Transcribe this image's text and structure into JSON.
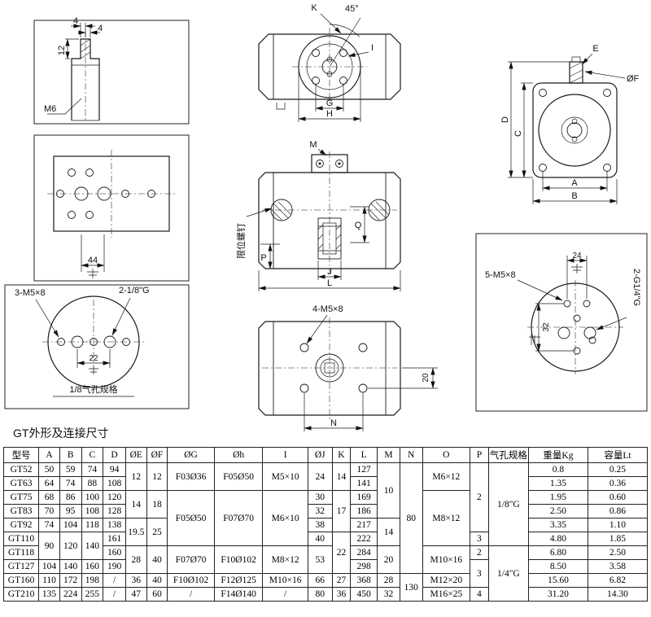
{
  "section_title": "GT外形及连接尺寸",
  "drawings": {
    "shaft_detail": {
      "dim_top_a": "4",
      "dim_top_b": "4",
      "dim_side": "12",
      "thread_label": "M6"
    },
    "plate_view": {
      "dim_width": "44"
    },
    "small_port_view": {
      "thread_holes_label": "3-M5×8",
      "port_label": "2-1/8\"G",
      "dim_span": "22",
      "caption": "1/8气孔规格"
    },
    "top_view": {
      "label_k": "K",
      "label_angle": "45°",
      "label_i": "I",
      "label_g": "G",
      "label_h": "H"
    },
    "side_view": {
      "label_m": "M",
      "label_q": "Q",
      "label_p": "P",
      "label_j": "J",
      "label_l": "L",
      "limit_screw_label": "限位螺钉"
    },
    "bottom_view": {
      "thread_holes_label": "4-M5×8",
      "dim_offset": "20",
      "label_n": "N"
    },
    "end_view": {
      "label_e": "E",
      "label_f": "ØF",
      "label_a": "A",
      "label_b": "B",
      "label_c": "C",
      "label_d": "D"
    },
    "large_port_view": {
      "thread_holes_label": "5-M5×8",
      "dim_top": "24",
      "dim_side": "32",
      "port_label": "2-G1/4\"G"
    }
  },
  "table": {
    "headers": [
      "型号",
      "A",
      "B",
      "C",
      "D",
      "ØE",
      "ØF",
      "ØG",
      "Øh",
      "I",
      "ØJ",
      "K",
      "L",
      "M",
      "N",
      "O",
      "P",
      "气孔规格",
      "重量Kg",
      "容量Lt"
    ],
    "rows": [
      [
        {
          "t": "GT52"
        },
        {
          "t": "50"
        },
        {
          "t": "59"
        },
        {
          "t": "74"
        },
        {
          "t": "94"
        },
        {
          "t": "12",
          "rs": 2
        },
        {
          "t": "12",
          "rs": 2
        },
        {
          "t": "F03Ø36",
          "rs": 2
        },
        {
          "t": "F05Ø50",
          "rs": 2
        },
        {
          "t": "M5×10",
          "rs": 2
        },
        {
          "t": "24",
          "rs": 2
        },
        {
          "t": "14",
          "rs": 2
        },
        {
          "t": "127"
        },
        {
          "t": "10",
          "rs": 4
        },
        {
          "t": "80",
          "rs": 8
        },
        {
          "t": "M6×12",
          "rs": 2
        },
        {
          "t": "2",
          "rs": 5
        },
        {
          "t": "1/8\"G",
          "rs": 6
        },
        {
          "t": "0.8"
        },
        {
          "t": "0.25"
        }
      ],
      [
        {
          "t": "GT63"
        },
        {
          "t": "64"
        },
        {
          "t": "74"
        },
        {
          "t": "88"
        },
        {
          "t": "108"
        },
        {
          "t": "141"
        },
        {
          "t": "1.35"
        },
        {
          "t": "0.36"
        }
      ],
      [
        {
          "t": "GT75"
        },
        {
          "t": "68"
        },
        {
          "t": "86"
        },
        {
          "t": "100"
        },
        {
          "t": "120"
        },
        {
          "t": "14",
          "rs": 2
        },
        {
          "t": "18",
          "rs": 2
        },
        {
          "t": "F05Ø50",
          "rs": 4
        },
        {
          "t": "F07Ø70",
          "rs": 4
        },
        {
          "t": "M6×10",
          "rs": 4
        },
        {
          "t": "30"
        },
        {
          "t": "17",
          "rs": 3
        },
        {
          "t": "169"
        },
        {
          "t": "M8×12",
          "rs": 4
        },
        {
          "t": "1.95"
        },
        {
          "t": "0.60"
        }
      ],
      [
        {
          "t": "GT83"
        },
        {
          "t": "70"
        },
        {
          "t": "95"
        },
        {
          "t": "108"
        },
        {
          "t": "128"
        },
        {
          "t": "32"
        },
        {
          "t": "186"
        },
        {
          "t": "2.50"
        },
        {
          "t": "0.86"
        }
      ],
      [
        {
          "t": "GT92"
        },
        {
          "t": "74"
        },
        {
          "t": "104"
        },
        {
          "t": "118"
        },
        {
          "t": "138"
        },
        {
          "t": "19.5",
          "rs": 2
        },
        {
          "t": "25",
          "rs": 2
        },
        {
          "t": "38"
        },
        {
          "t": "217"
        },
        {
          "t": "14",
          "rs": 2
        },
        {
          "t": "3.35"
        },
        {
          "t": "1.10"
        }
      ],
      [
        {
          "t": "GT110"
        },
        {
          "t": "90",
          "rs": 2
        },
        {
          "t": "120",
          "rs": 2
        },
        {
          "t": "140",
          "rs": 2
        },
        {
          "t": "161"
        },
        {
          "t": "40"
        },
        {
          "t": "22",
          "rs": 3
        },
        {
          "t": "222"
        },
        {
          "t": "3"
        },
        {
          "t": "4.80"
        },
        {
          "t": "1.85"
        }
      ],
      [
        {
          "t": "GT118"
        },
        {
          "t": "160"
        },
        {
          "t": "28",
          "rs": 2
        },
        {
          "t": "40",
          "rs": 2
        },
        {
          "t": "F07Ø70",
          "rs": 2
        },
        {
          "t": "F10Ø102",
          "rs": 2
        },
        {
          "t": "M8×12",
          "rs": 2
        },
        {
          "t": "53",
          "rs": 2
        },
        {
          "t": "284"
        },
        {
          "t": "20",
          "rs": 2
        },
        {
          "t": "M10×16",
          "rs": 2
        },
        {
          "t": "2"
        },
        {
          "t": "1/4\"G",
          "rs": 4
        },
        {
          "t": "6.80"
        },
        {
          "t": "2.50"
        }
      ],
      [
        {
          "t": "GT127"
        },
        {
          "t": "104"
        },
        {
          "t": "140"
        },
        {
          "t": "160"
        },
        {
          "t": "190"
        },
        {
          "t": "298"
        },
        {
          "t": "3",
          "rs": 2
        },
        {
          "t": "8.50"
        },
        {
          "t": "3.58"
        }
      ],
      [
        {
          "t": "GT160"
        },
        {
          "t": "110"
        },
        {
          "t": "172"
        },
        {
          "t": "198"
        },
        {
          "t": "/"
        },
        {
          "t": "36"
        },
        {
          "t": "40"
        },
        {
          "t": "F10Ø102"
        },
        {
          "t": "F12Ø125"
        },
        {
          "t": "M10×16"
        },
        {
          "t": "66"
        },
        {
          "t": "27"
        },
        {
          "t": "368"
        },
        {
          "t": "28"
        },
        {
          "t": "130",
          "rs": 2
        },
        {
          "t": "M12×20"
        },
        {
          "t": "15.60"
        },
        {
          "t": "6.82"
        }
      ],
      [
        {
          "t": "GT210"
        },
        {
          "t": "135"
        },
        {
          "t": "224"
        },
        {
          "t": "255"
        },
        {
          "t": "/"
        },
        {
          "t": "47"
        },
        {
          "t": "60"
        },
        {
          "t": "/"
        },
        {
          "t": "F14Ø140"
        },
        {
          "t": "/"
        },
        {
          "t": "80"
        },
        {
          "t": "36"
        },
        {
          "t": "450"
        },
        {
          "t": "32"
        },
        {
          "t": "M16×25"
        },
        {
          "t": "4"
        },
        {
          "t": "31.20"
        },
        {
          "t": "14.30"
        }
      ]
    ]
  }
}
